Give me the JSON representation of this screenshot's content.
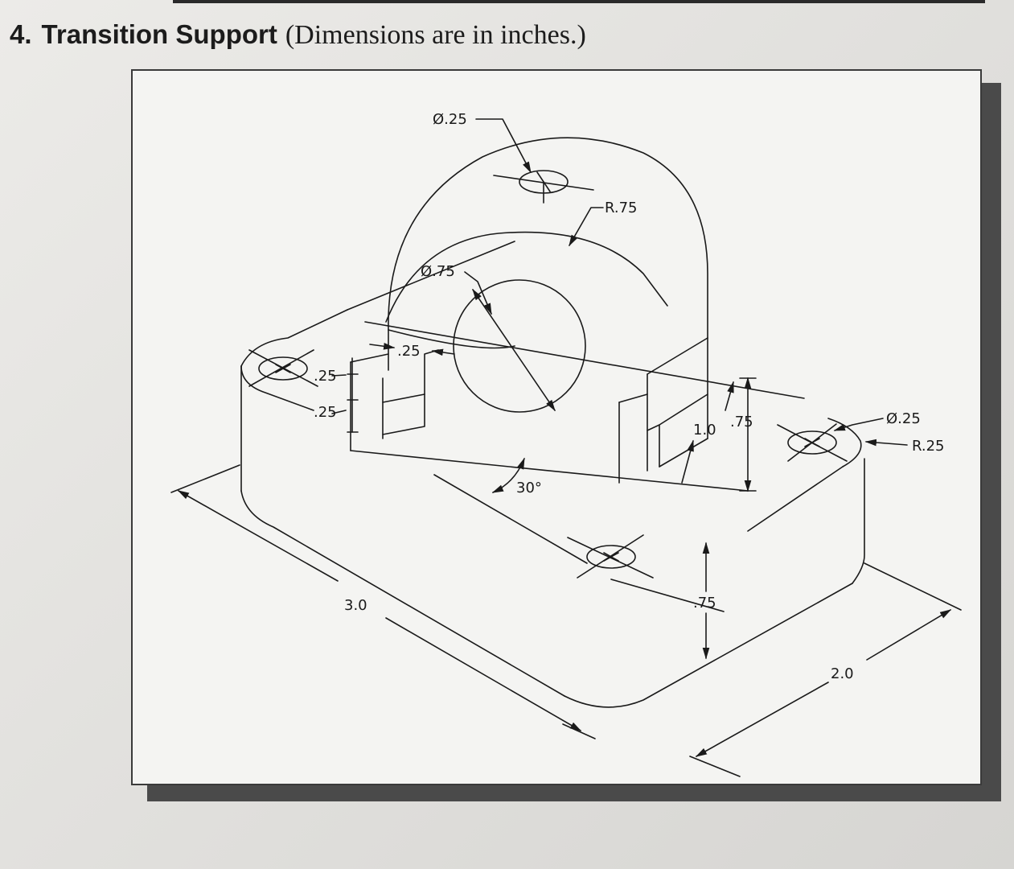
{
  "header": {
    "number": "4.",
    "title": "Transition Support",
    "note": "(Dimensions are in inches.)"
  },
  "drawing": {
    "dim_hole_dia_top": "Ø.25",
    "dim_arc_radius": "R.75",
    "dim_bore_dia": "Ø.75",
    "dim_slot_width": ".25",
    "dim_slot_top": ".25",
    "dim_slot_depth": ".25",
    "dim_height_upright": "1.0",
    "dim_height_step": ".75",
    "dim_hole_dia_right": "Ø.25",
    "dim_corner_radius": "R.25",
    "dim_angle": "30°",
    "dim_base_height": ".75",
    "dim_length": "3.0",
    "dim_width": "2.0"
  }
}
